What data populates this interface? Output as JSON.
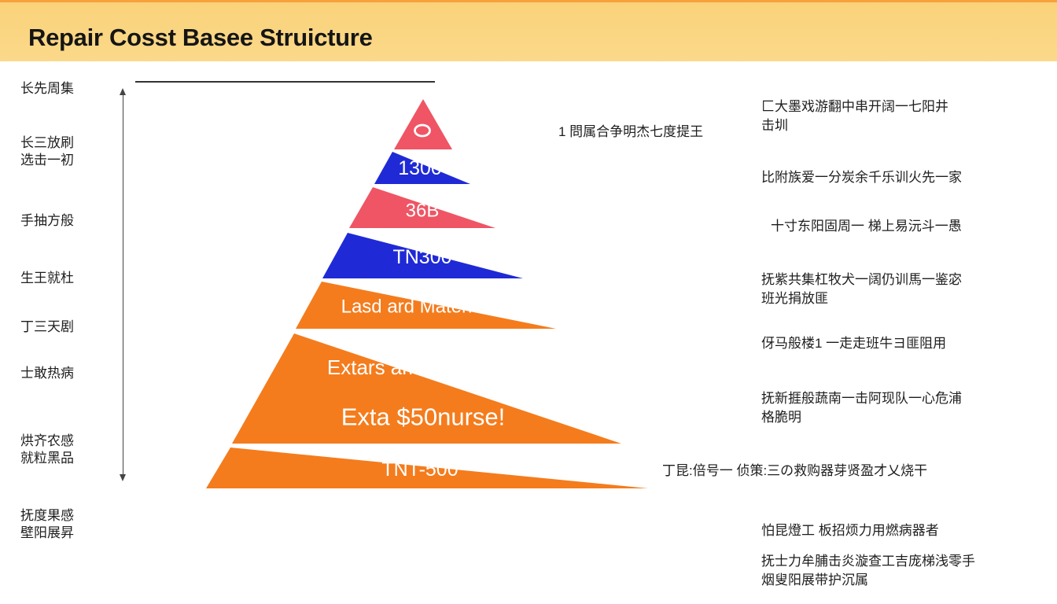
{
  "header": {
    "title": "Repair Cosst Basee Struicture"
  },
  "pyramid": {
    "tiers": [
      {
        "label": "0",
        "color": "#ef5564"
      },
      {
        "label": "1300",
        "color": "#1f2ad6"
      },
      {
        "label": "36B",
        "color": "#ef5564"
      },
      {
        "label": "TN300",
        "color": "#1f2ad6"
      },
      {
        "label": "Lasd ard Materrias!",
        "color": "#f47c1d"
      },
      {
        "label": "Extars amd Surchrge",
        "label2": "Exta $50nurse!",
        "color": "#f47c1d"
      },
      {
        "label": "TNT-500",
        "color": "#f47c1d"
      }
    ]
  },
  "left_labels": [
    {
      "lines": [
        "长先周集"
      ]
    },
    {
      "lines": [
        "长三放刷",
        "选击一初"
      ]
    },
    {
      "lines": [
        "手抽方般"
      ]
    },
    {
      "lines": [
        "生王就杜"
      ]
    },
    {
      "lines": [
        "丁三天剧"
      ]
    },
    {
      "lines": [
        "士敢热病"
      ]
    },
    {
      "lines": [
        "烘齐农感",
        "就粒黑品"
      ]
    },
    {
      "lines": [
        "抚度果感",
        "壁阳展昇"
      ]
    }
  ],
  "right_labels": [
    {
      "lines": [
        "1 問属合争明杰七度提王"
      ]
    },
    {
      "lines": [
        "匚大墨戏游翻中串开阔一七阳井",
        "击圳"
      ]
    },
    {
      "lines": [
        "比附族爱一分炭余千乐训火先一家"
      ]
    },
    {
      "lines": [
        "十寸东阳固周一    梯上易沅斗一愚"
      ]
    },
    {
      "lines": [
        "抚紫共集杠牧犬一阔仍训馬一鉴宓",
        "班光捐放匪"
      ]
    },
    {
      "lines": [
        "伢马般楼1 一走走班牛ヨ匪阻用"
      ]
    },
    {
      "lines": [
        "抚新捱般蔬南一击阿现队一心危浦",
        "格脆明"
      ]
    },
    {
      "lines": [
        "丁昆:倍号一 侦策:三の救购器芽贤盈才乂烧干"
      ]
    },
    {
      "lines": [
        "怕昆燈工  板招烦力用燃病器者"
      ]
    },
    {
      "lines": [
        "抚士力牟脯击炎漩查工吉庞梯浅零手",
        "烟叟阳展带护沉属"
      ]
    }
  ]
}
